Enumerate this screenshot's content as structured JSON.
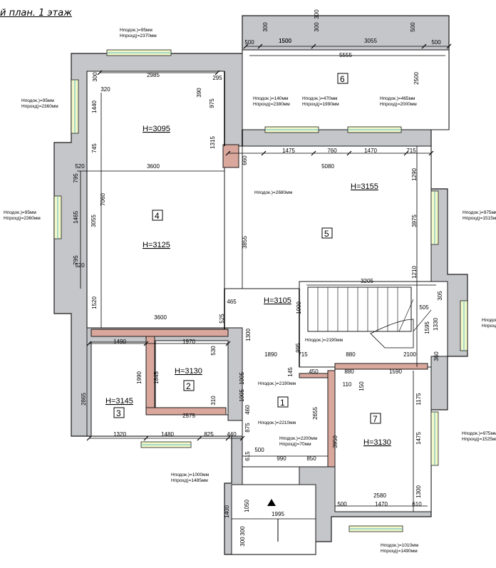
{
  "title": "й план. 1 этаж",
  "rooms": [
    {
      "id": "1",
      "height": "H=3105"
    },
    {
      "id": "2",
      "height": "H=3130"
    },
    {
      "id": "3",
      "height": "H=3145"
    },
    {
      "id": "4",
      "height": "H=3125"
    },
    {
      "id": "5",
      "height": "H=3155"
    },
    {
      "id": "6",
      "height": ""
    },
    {
      "id": "7",
      "height": "H=3130"
    }
  ],
  "extra_heights": [
    "H=3095"
  ],
  "notes": [
    [
      "Hподок.)=95мм",
      "Hпрохд)=2370мм"
    ],
    [
      "Hподок.)=95мм",
      "Hпрохд)=2360мм"
    ],
    [
      "Hподок.)=95мм",
      "Hпрохд)=2360мм"
    ],
    [
      "Hподок.)=140мм",
      "Hпрохд)=2380мм"
    ],
    [
      "Hподок.)=470мм",
      "Hпрохд)=1990мм"
    ],
    [
      "Hподок.)=465мм",
      "Hпрохд)=2000мм"
    ],
    [
      "Hподок.)=2680мм"
    ],
    [
      "Hподок.)=975мм",
      "Hпрохд)=1515мм"
    ],
    [
      "Hподок.)=",
      "Hпрохд)="
    ],
    [
      "Hподок.)=2190мм"
    ],
    [
      "Hподок.)=2190мм"
    ],
    [
      "Hподок.)=2210мм"
    ],
    [
      "Hподок.)=2200мм",
      "Hпрохд)=70мм"
    ],
    [
      "Hподок.)=975мм",
      "Hпрохд)=1525мм"
    ],
    [
      "Hподок.)=1000мм",
      "Hпрохд)=1485мм"
    ],
    [
      "Hподок.)=1010мм",
      "Hпрохд)=1490мм"
    ]
  ],
  "dims": [
    "300",
    "1500",
    "300",
    "300",
    "500",
    "500",
    "1500",
    "3055",
    "500",
    "5555",
    "2985",
    "295",
    "300",
    "320",
    "2500",
    "390",
    "975",
    "1440",
    "745",
    "520",
    "3600",
    "795",
    "1465",
    "3055",
    "7060",
    "795",
    "520",
    "1520",
    "1315",
    "660",
    "1475",
    "760",
    "1470",
    "715",
    "5080",
    "1290",
    "3975",
    "1210",
    "3855",
    "3205",
    "305",
    "505",
    "1000",
    "1595",
    "1330",
    "465",
    "525",
    "1300",
    "3600",
    "1490",
    "1970",
    "995",
    "530",
    "715",
    "880",
    "2100",
    "360",
    "1890",
    "1990",
    "1845",
    "1005",
    "145",
    "450",
    "880",
    "1590",
    "110",
    "150",
    "310",
    "1005",
    "460",
    "2655",
    "1175",
    "2865",
    "2575",
    "875",
    "3950",
    "1475",
    "1320",
    "1480",
    "825",
    "440",
    "615",
    "500",
    "990",
    "850",
    "2580",
    "1300",
    "500",
    "1470",
    "610",
    "1400",
    "1050",
    "300",
    "1995",
    "300"
  ]
}
